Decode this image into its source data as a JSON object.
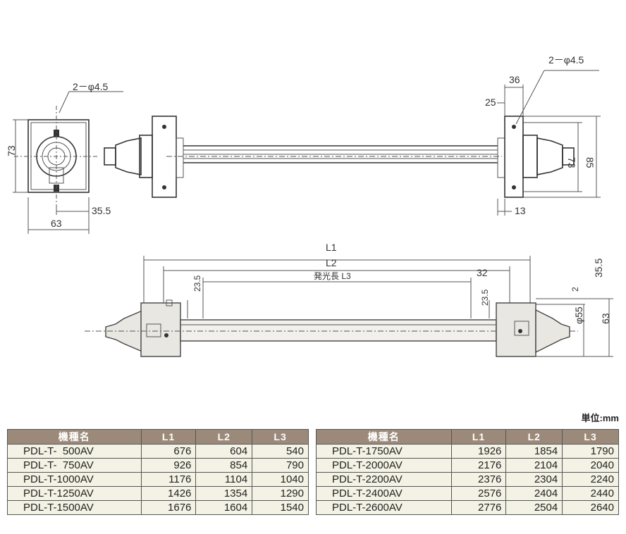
{
  "dimensions": {
    "end_view": {
      "hole": "2－φ4.5",
      "height": "73",
      "width": "63",
      "offset": "35.5"
    },
    "right_end": {
      "hole": "2－φ4.5",
      "width": "36",
      "top": "25",
      "inner_height": "73",
      "outer_height": "85",
      "bottom": "13"
    },
    "front": {
      "L1": "L1",
      "L2": "L2",
      "L3": "発光長 L3",
      "d32": "32",
      "d23_5_left": "23.5",
      "d23_5_right": "23.5",
      "d2": "2",
      "d35_5": "35.5",
      "d55": "φ55",
      "d63": "63"
    }
  },
  "unit_label": "単位:mm",
  "table": {
    "headers": [
      "機種名",
      "L1",
      "L2",
      "L3"
    ],
    "left_rows": [
      [
        "PDL-T-  500AV",
        "676",
        "604",
        "540"
      ],
      [
        "PDL-T-  750AV",
        "926",
        "854",
        "790"
      ],
      [
        "PDL-T-1000AV",
        "1176",
        "1104",
        "1040"
      ],
      [
        "PDL-T-1250AV",
        "1426",
        "1354",
        "1290"
      ],
      [
        "PDL-T-1500AV",
        "1676",
        "1604",
        "1540"
      ]
    ],
    "right_rows": [
      [
        "PDL-T-1750AV",
        "1926",
        "1854",
        "1790"
      ],
      [
        "PDL-T-2000AV",
        "2176",
        "2104",
        "2040"
      ],
      [
        "PDL-T-2200AV",
        "2376",
        "2304",
        "2240"
      ],
      [
        "PDL-T-2400AV",
        "2576",
        "2404",
        "2440"
      ],
      [
        "PDL-T-2600AV",
        "2776",
        "2504",
        "2640"
      ]
    ]
  }
}
